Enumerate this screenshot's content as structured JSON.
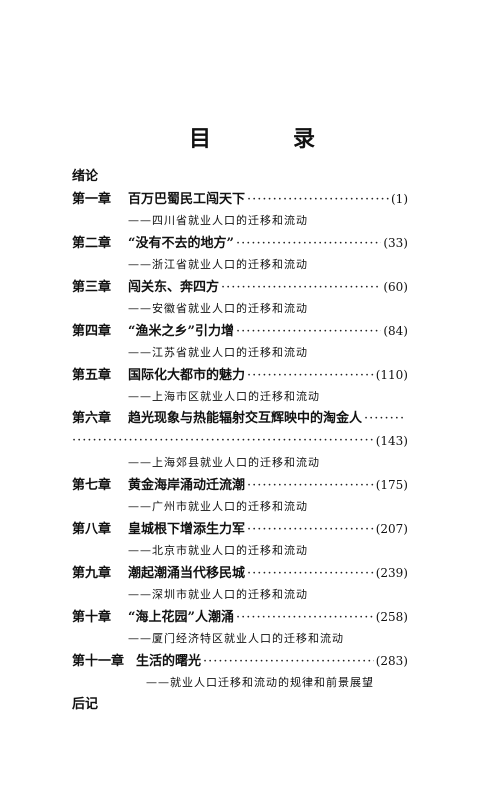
{
  "title": "目　录",
  "intro": "绪论",
  "outro": "后记",
  "entries": [
    {
      "chapter": "第一章",
      "title": "百万巴蜀民工闯天下",
      "page": "(1)",
      "subtitle": "——四川省就业人口的迁移和流动"
    },
    {
      "chapter": "第二章",
      "title": "“没有不去的地方”",
      "page": "(33)",
      "subtitle": "——浙江省就业人口的迁移和流动"
    },
    {
      "chapter": "第三章",
      "title": "闯关东、奔四方",
      "page": "(60)",
      "subtitle": "——安徽省就业人口的迁移和流动"
    },
    {
      "chapter": "第四章",
      "title": "“渔米之乡”引力增",
      "page": "(84)",
      "subtitle": "——江苏省就业人口的迁移和流动"
    },
    {
      "chapter": "第五章",
      "title": "国际化大都市的魅力",
      "page": "(110)",
      "subtitle": "——上海市区就业人口的迁移和流动"
    },
    {
      "chapter": "第六章",
      "title": "趋光现象与热能辐射交互辉映中的淘金人",
      "page": "(143)",
      "subtitle": "——上海郊县就业人口的迁移和流动"
    },
    {
      "chapter": "第七章",
      "title": "黄金海岸涌动迁流潮",
      "page": "(175)",
      "subtitle": "——广州市就业人口的迁移和流动"
    },
    {
      "chapter": "第八章",
      "title": "皇城根下增添生力军",
      "page": "(207)",
      "subtitle": "——北京市就业人口的迁移和流动"
    },
    {
      "chapter": "第九章",
      "title": "潮起潮涌当代移民城",
      "page": "(239)",
      "subtitle": "——深圳市就业人口的迁移和流动"
    },
    {
      "chapter": "第十章",
      "title": "“海上花园”人潮涌",
      "page": "(258)",
      "subtitle": "——厦门经济特区就业人口的迁移和流动"
    },
    {
      "chapter": "第十一章",
      "title": "生活的曙光",
      "page": "(283)",
      "subtitle": "——就业人口迁移和流动的规律和前景展望"
    }
  ]
}
